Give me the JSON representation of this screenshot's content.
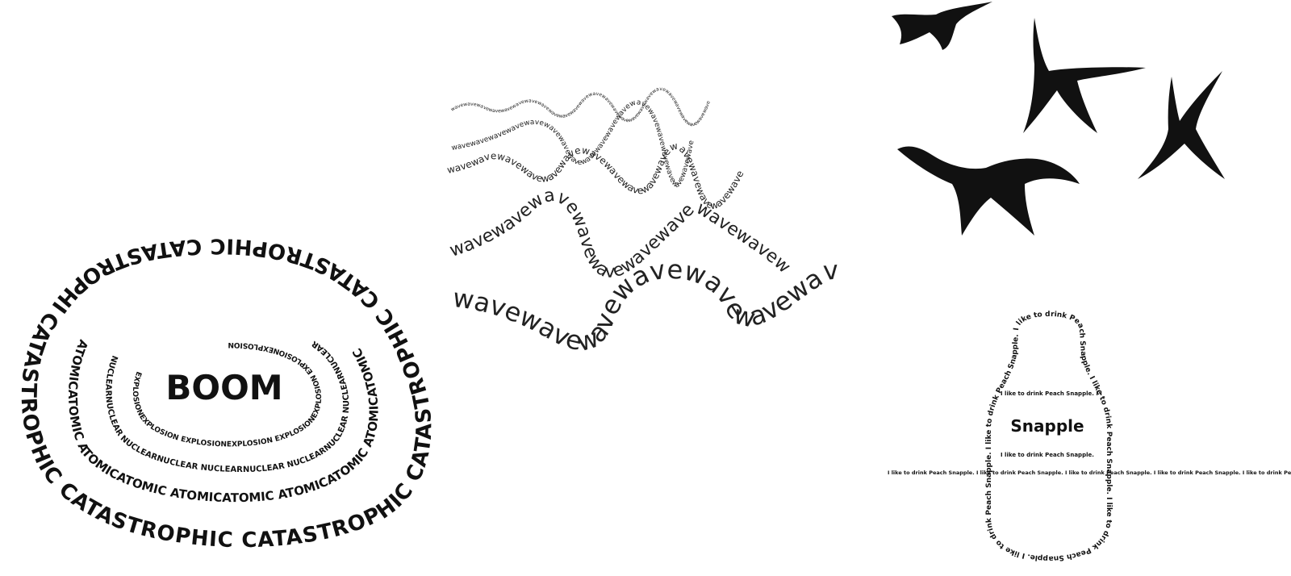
{
  "explosion": {
    "center_word": "BOOM",
    "rings": [
      "CATASTROPHIC",
      "ATOMIC",
      "NUCLEAR",
      "EXPLOSION"
    ],
    "ink": "#111111"
  },
  "waves": {
    "word": "wave",
    "ink": "#222222"
  },
  "bottle": {
    "label": "Snapple",
    "phrase": "I like to drink Peach Snapple.",
    "ink": "#111111"
  },
  "birds": {
    "icon": "pterodactyl-silhouette-icon",
    "count": 4,
    "ink": "#111111"
  }
}
